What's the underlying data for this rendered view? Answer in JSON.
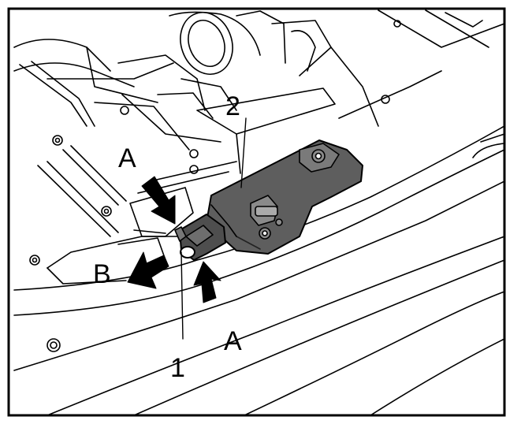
{
  "figure": {
    "callouts": {
      "part_1": "1",
      "part_2": "2",
      "arrow_a_upper": "A",
      "arrow_a_lower": "A",
      "arrow_b": "B"
    }
  }
}
